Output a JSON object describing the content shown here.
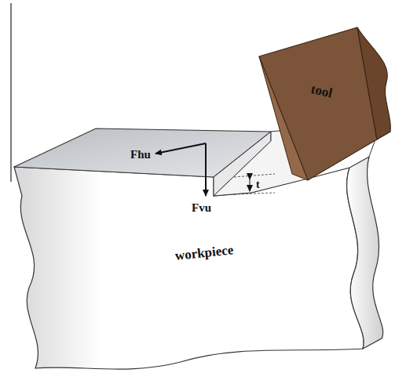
{
  "diagram": {
    "labels": [
      "tool",
      "Fhu",
      "Fvu",
      "t",
      "workpiece"
    ]
  }
}
